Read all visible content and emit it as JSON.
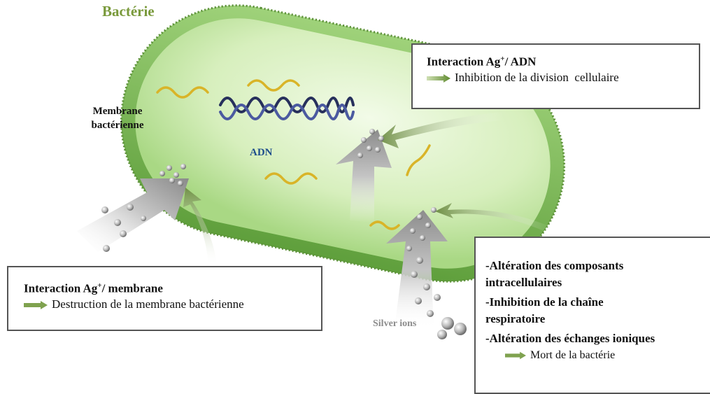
{
  "labels": {
    "bacteria": "Bactérie",
    "membrane_line1": "Membrane",
    "membrane_line2": "bactérienne",
    "dna": "ADN",
    "silver_ions": "Silver ions"
  },
  "box_dna": {
    "title_prefix": "Interaction Ag",
    "title_sup": "+",
    "title_suffix": "/ ADN",
    "effect": "Inhibition de la division  cellulaire"
  },
  "box_membrane": {
    "title_prefix": "Interaction Ag",
    "title_sup": "+",
    "title_suffix": "/ membrane",
    "effect": "Destruction de la membrane bactérienne"
  },
  "box_intracellular": {
    "line1": "-Altération des composants",
    "line2": "intracellulaires",
    "line3": "-Inhibition de la chaîne",
    "line4": "respiratoire",
    "line5": "-Altération des échanges ioniques",
    "effect": "Mort de la bactérie"
  },
  "colors": {
    "bacteria_title": "#7a9a3c",
    "dna_label": "#1f4e8c",
    "silver_label": "#8c8c8c",
    "arrow_green": "#6f8f45",
    "membrane_green": "#7fbf5a",
    "cytoplasm": "#dff3c8"
  }
}
